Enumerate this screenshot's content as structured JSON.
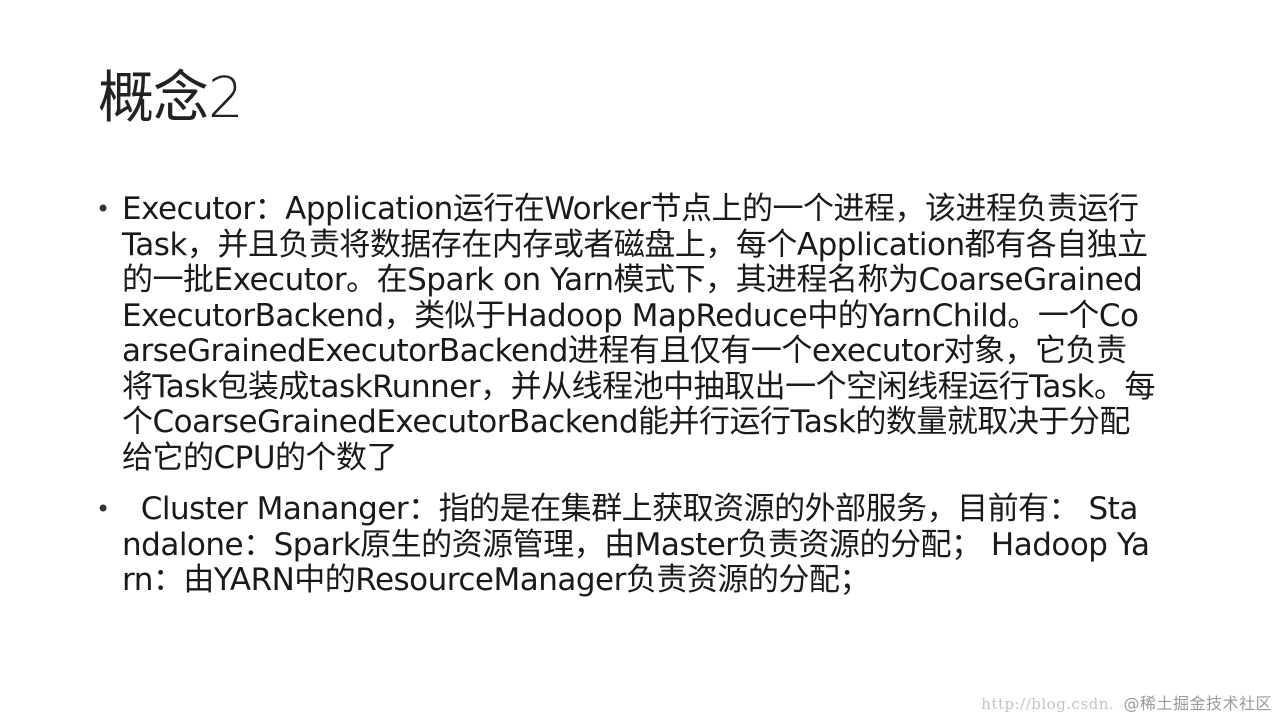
{
  "slide": {
    "title": "概念2",
    "bullets": [
      {
        "marker": "•",
        "text": "Executor：Application运行在Worker节点上的一个进程，该进程负责运行Task，并且负责将数据存在内存或者磁盘上，每个Application都有各自独立的一批Executor。在Spark on Yarn模式下，其进程名称为CoarseGrainedExecutorBackend，类似于Hadoop MapReduce中的YarnChild。一个CoarseGrainedExecutorBackend进程有且仅有一个executor对象，它负责将Task包装成taskRunner，并从线程池中抽取出一个空闲线程运行Task。每个CoarseGrainedExecutorBackend能并行运行Task的数量就取决于分配给它的CPU的个数了"
      },
      {
        "marker": "•",
        "text": "  Cluster Mananger：指的是在集群上获取资源的外部服务，目前有： Standalone：Spark原生的资源管理，由Master负责资源的分配； Hadoop Yarn：由YARN中的ResourceManager负责资源的分配；"
      }
    ]
  },
  "watermark": {
    "url": "http://blog.csdn.",
    "brand": "@稀土掘金技术社区"
  }
}
